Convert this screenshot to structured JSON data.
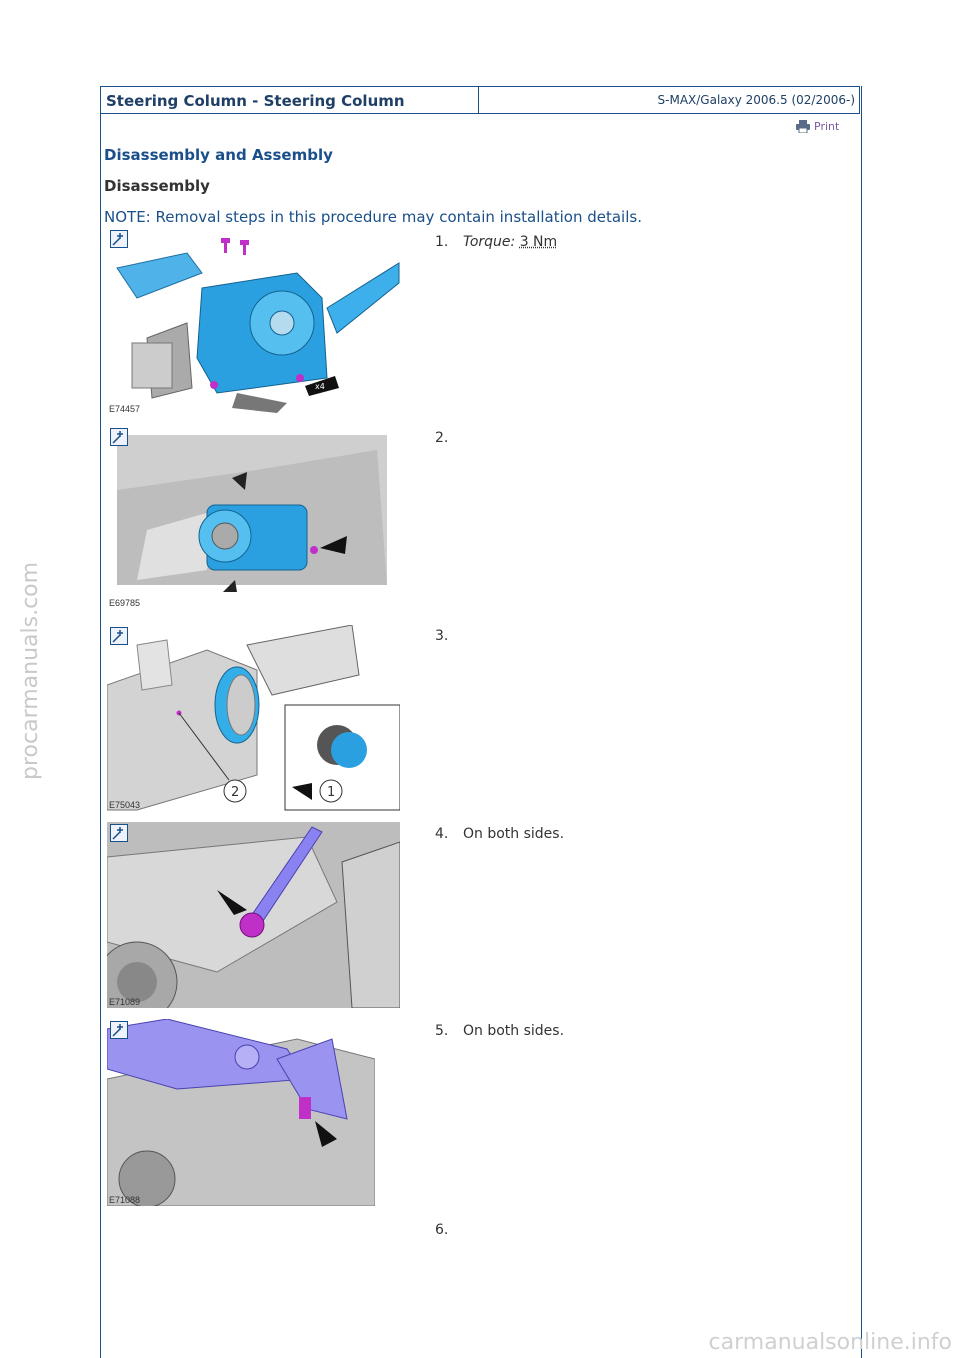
{
  "header": {
    "title": "Steering Column - Steering Column",
    "model": "S-MAX/Galaxy 2006.5 (02/2006-)"
  },
  "print_label": "Print",
  "section_title": "Disassembly and Assembly",
  "subsection_title": "Disassembly",
  "note": "NOTE: Removal steps in this procedure may contain installation details.",
  "steps": [
    {
      "number": "1.",
      "torque_label": "Torque:",
      "torque_value": "3 Nm",
      "figure": "E74457",
      "callout": "x4"
    },
    {
      "number": "2.",
      "text": "",
      "figure": "E69785"
    },
    {
      "number": "3.",
      "text": "",
      "figure": "E75043",
      "callouts": [
        "1",
        "2"
      ]
    },
    {
      "number": "4.",
      "text": "On both sides.",
      "figure": "E71089"
    },
    {
      "number": "5.",
      "text": "On both sides.",
      "figure": "E71088"
    },
    {
      "number": "6.",
      "text": ""
    }
  ],
  "watermarks": [
    "procarmanuals.com",
    "carmanualsonline.info"
  ],
  "colors": {
    "accent": "#1a4f8a",
    "part_blue": "#2aa0e0",
    "highlight": "#c030c8",
    "tool": "#9a94f0"
  },
  "icons": {
    "zoom": "zoom-icon",
    "print": "printer-icon"
  }
}
